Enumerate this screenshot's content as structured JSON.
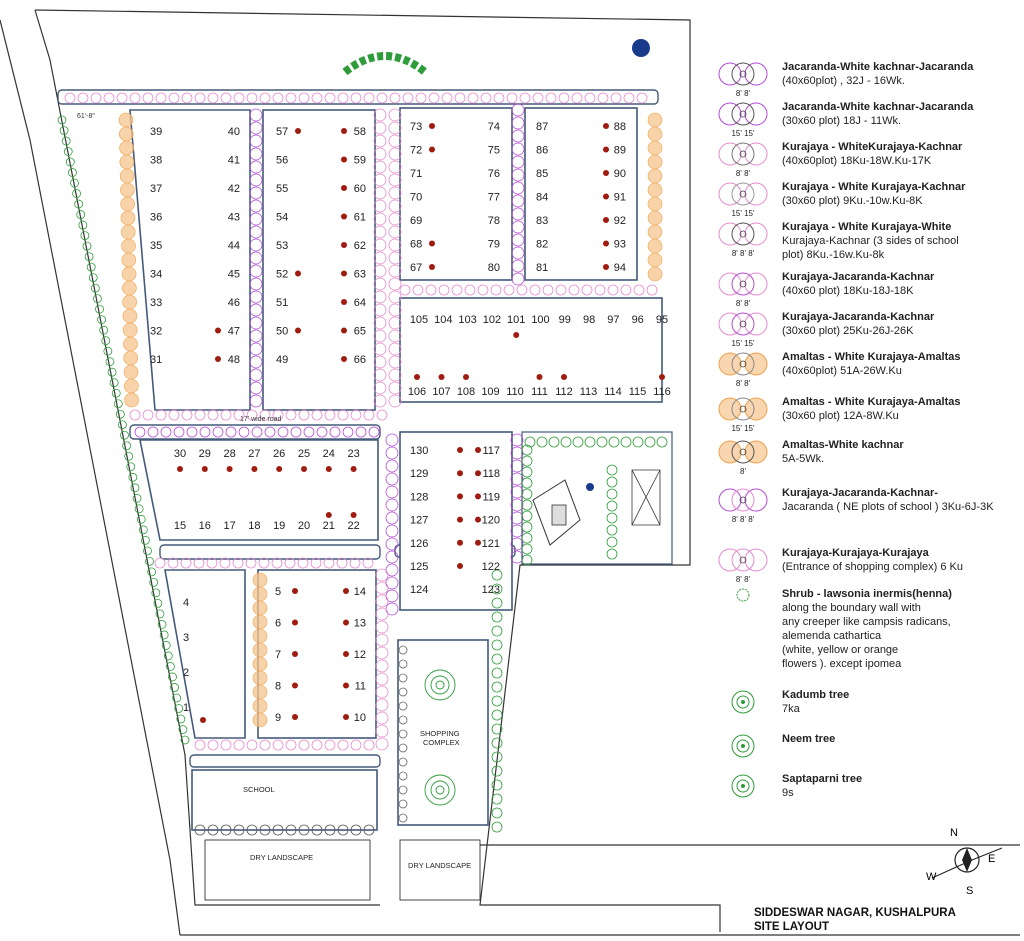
{
  "title": {
    "line1": "SIDDESWAR NAGAR, KUSHALPURA",
    "line2": "SITE LAYOUT"
  },
  "dimension_note": "61'-8\"",
  "road_label": "17' wide road",
  "zones": {
    "school": "SCHOOL",
    "dry_landscape_left": "DRY LANDSCAPE",
    "dry_landscape_right": "DRY LANDSCAPE",
    "shopping_line1": "SHOPPING",
    "shopping_line2": "COMPLEX"
  },
  "compass": {
    "n": "N",
    "e": "E",
    "s": "S",
    "w": "W"
  },
  "plots": {
    "block_a_left": [
      "39",
      "38",
      "37",
      "36",
      "35",
      "34",
      "33",
      "32",
      "31"
    ],
    "block_a_right": [
      "40",
      "41",
      "42",
      "43",
      "44",
      "45",
      "46",
      "47",
      "48"
    ],
    "block_b_left": [
      "57",
      "56",
      "55",
      "54",
      "53",
      "52",
      "51",
      "50",
      "49"
    ],
    "block_b_right": [
      "58",
      "59",
      "60",
      "61",
      "62",
      "63",
      "64",
      "65",
      "66"
    ],
    "block_c_left": [
      "73",
      "72",
      "71",
      "70",
      "69",
      "68",
      "67"
    ],
    "block_c_right": [
      "74",
      "75",
      "76",
      "77",
      "78",
      "79",
      "80"
    ],
    "block_d_left": [
      "87",
      "86",
      "85",
      "84",
      "83",
      "82",
      "81"
    ],
    "block_d_right": [
      "88",
      "89",
      "90",
      "91",
      "92",
      "93",
      "94"
    ],
    "block_e_top": [
      "105",
      "104",
      "103",
      "102",
      "101",
      "100",
      "99",
      "98",
      "97",
      "96",
      "95"
    ],
    "block_e_bottom": [
      "106",
      "107",
      "108",
      "109",
      "110",
      "111",
      "112",
      "113",
      "114",
      "115",
      "116"
    ],
    "block_f_top": [
      "30",
      "29",
      "28",
      "27",
      "26",
      "25",
      "24",
      "23"
    ],
    "block_f_bottom": [
      "15",
      "16",
      "17",
      "18",
      "19",
      "20",
      "21",
      "22"
    ],
    "block_g_left": [
      "130",
      "129",
      "128",
      "127",
      "126",
      "125",
      "124"
    ],
    "block_g_right": [
      "117",
      "118",
      "119",
      "120",
      "121",
      "122",
      "123"
    ],
    "block_h_left": [
      "4",
      "3",
      "2",
      "1"
    ],
    "block_h_mid": [
      "5",
      "6",
      "7",
      "8",
      "9"
    ],
    "block_h_right": [
      "14",
      "13",
      "12",
      "11",
      "10"
    ]
  },
  "legend": [
    {
      "icon": "jacaranda-kachnar-symbol",
      "line1": "Jacaranda-White kachnar-Jacaranda",
      "line2": "(40x60plot)  , 32J - 16Wk.",
      "spacing": "8' 8'",
      "colors": [
        "#b44bd6",
        "#555555"
      ]
    },
    {
      "icon": "jacaranda-kachnar-symbol",
      "line1": "Jacaranda-White kachnar-Jacaranda",
      "line2": "(30x60 plot) 18J - 11Wk.",
      "spacing": "15' 15'",
      "colors": [
        "#b44bd6",
        "#555555"
      ]
    },
    {
      "icon": "kurajaya-kachnar-symbol",
      "line1": "Kurajaya - WhiteKurajaya-Kachnar",
      "line2": "(40x60plot) 18Ku-18W.Ku-17K",
      "spacing": "8' 8'",
      "colors": [
        "#e58ad0",
        "#777777"
      ]
    },
    {
      "icon": "kurajaya-kachnar-symbol",
      "line1": "Kurajaya - White Kurajaya-Kachnar",
      "line2": "(30x60 plot) 9Ku.-10w.Ku-8K",
      "spacing": "15' 15'",
      "colors": [
        "#e58ad0",
        "#999999"
      ]
    },
    {
      "icon": "kurajaya-school-symbol",
      "line1": "Kurajaya - White Kurajaya-White",
      "line2": "Kurajaya-Kachnar (3 sides of school",
      "line3": "plot) 8Ku.-16w.Ku-8k",
      "spacing": "8' 8' 8'",
      "colors": [
        "#e58ad0",
        "#555555"
      ]
    },
    {
      "icon": "kurajaya-jacaranda-symbol",
      "line1": "Kurajaya-Jacaranda-Kachnar",
      "line2": "(40x60 plot) 18Ku-18J-18K",
      "spacing": "8' 8'",
      "colors": [
        "#e58ad0",
        "#b44bd6"
      ]
    },
    {
      "icon": "kurajaya-jacaranda-symbol",
      "line1": "Kurajaya-Jacaranda-Kachnar",
      "line2": "(30x60 plot) 25Ku-26J-26K",
      "spacing": "15' 15'",
      "colors": [
        "#e58ad0",
        "#b44bd6"
      ]
    },
    {
      "icon": "amaltas-symbol",
      "line1": "Amaltas - White Kurajaya-Amaltas",
      "line2": "(40x60plot) 51A-26W.Ku",
      "spacing": "8' 8'",
      "colors": [
        "#f0a24a",
        "#888888"
      ]
    },
    {
      "icon": "amaltas-symbol",
      "line1": "Amaltas - White Kurajaya-Amaltas",
      "line2": "(30x60 plot) 12A-8W.Ku",
      "spacing": "15' 15'",
      "colors": [
        "#f0a24a",
        "#888888"
      ]
    },
    {
      "icon": "amaltas-kachnar-symbol",
      "line1": "Amaltas-White kachnar",
      "line2": "5A-5Wk.",
      "spacing": "8'",
      "colors": [
        "#f0a24a",
        "#555555"
      ]
    },
    {
      "icon": "kurajaya-jacaranda-symbol",
      "line1": "Kurajaya-Jacaranda-Kachnar-",
      "line2": "Jacaranda ( NE plots of school ) 3Ku-6J-3K",
      "spacing": "8' 8' 8'",
      "colors": [
        "#b44bd6",
        "#e58ad0"
      ]
    },
    {
      "icon": "kurajaya-entrance-symbol",
      "line1": "Kurajaya-Kurajaya-Kurajaya",
      "line2": "(Entrance of shopping complex) 6 Ku",
      "spacing": "8' 8'",
      "colors": [
        "#e58ad0",
        "#e58ad0"
      ]
    },
    {
      "icon": "shrub-symbol",
      "line1": "Shrub - lawsonia inermis(henna)",
      "line2": "along the boundary wall  with",
      "line3": "any creeper like campsis radicans,",
      "line4": "alemenda cathartica",
      "line5": "(white, yellow or orange",
      "line6": "flowers ). except ipomea",
      "spacing": "",
      "colors": [
        "#3c9a3c"
      ]
    },
    {
      "icon": "kadumb-tree-icon",
      "line1": "Kadumb tree",
      "line2": "7ka",
      "spacing": "",
      "colors": [
        "#2e9c3a"
      ]
    },
    {
      "icon": "neem-tree-icon",
      "line1": "Neem tree",
      "line2": "",
      "spacing": "",
      "colors": [
        "#2e9c3a"
      ]
    },
    {
      "icon": "saptaparni-tree-icon",
      "line1": "Saptaparni tree",
      "line2": "9s",
      "spacing": "",
      "colors": [
        "#2e9c3a"
      ]
    }
  ],
  "colors": {
    "boundary": "#333333",
    "road_edge": "#556688",
    "jacaranda": "#b44bd6",
    "kurajaya": "#e58ad0",
    "amaltas": "#f0a24a",
    "tree_green": "#2e9c3a",
    "plot_dot": "#a01c10",
    "water": "#1a3a8a"
  }
}
